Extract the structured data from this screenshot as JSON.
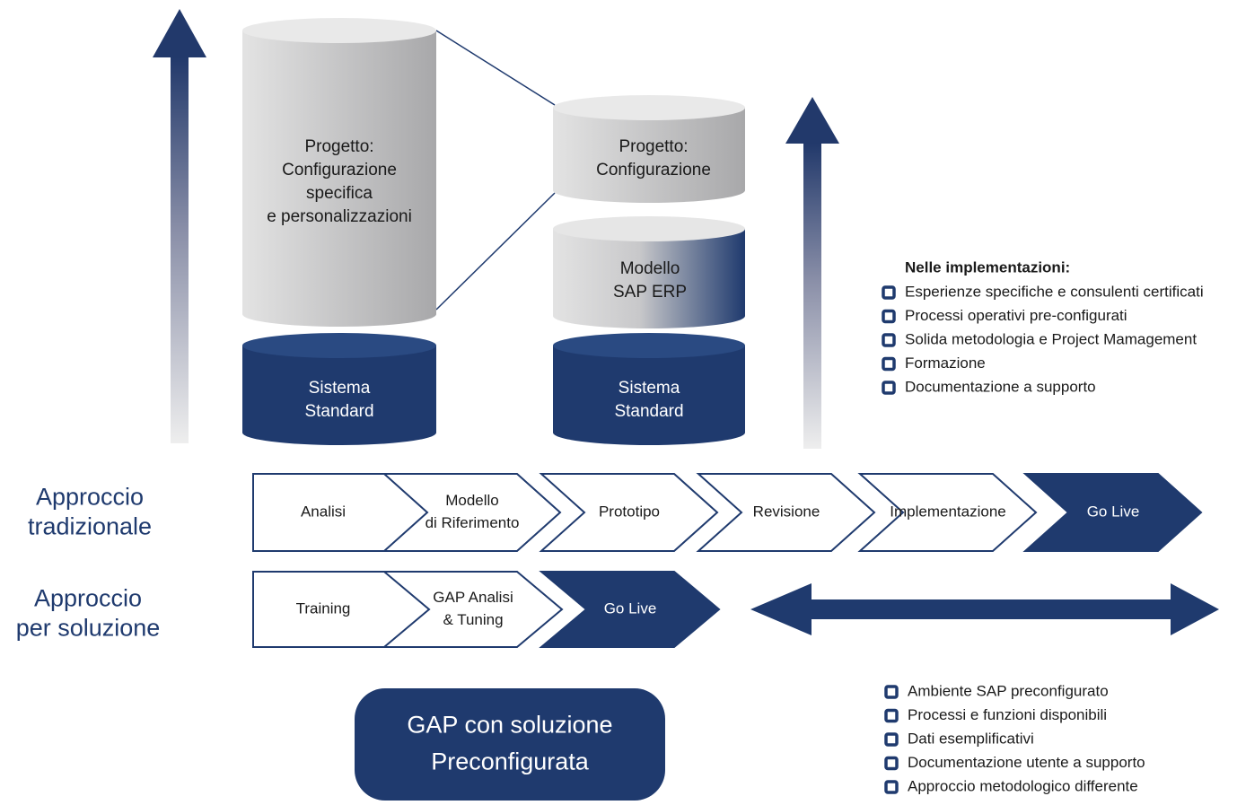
{
  "colors": {
    "navy": "#1f3a6e",
    "light_gray": "#d9d9d9",
    "mid_gray": "#b4b4b6",
    "pale": "#ececec",
    "text_dark": "#1a1a1a",
    "white": "#ffffff"
  },
  "cylinders": {
    "traditional_top": [
      "Progetto:",
      "Configurazione",
      "specifica",
      "e personalizzazioni"
    ],
    "traditional_base": [
      "Sistema",
      "Standard"
    ],
    "solution_top": [
      "Progetto:",
      "Configurazione"
    ],
    "solution_model": [
      "Modello",
      "SAP ERP"
    ],
    "solution_base": [
      "Sistema",
      "Standard"
    ]
  },
  "rows": {
    "traditional_label": [
      "Approccio",
      "tradizionale"
    ],
    "solution_label": [
      "Approccio",
      "per soluzione"
    ]
  },
  "traditional_steps": [
    [
      "Analisi"
    ],
    [
      "Modello",
      "di Riferimento"
    ],
    [
      "Prototipo"
    ],
    [
      "Revisione"
    ],
    [
      "Implementazione"
    ],
    [
      "Go Live"
    ]
  ],
  "solution_steps": [
    [
      "Training"
    ],
    [
      "GAP Analisi",
      "& Tuning"
    ],
    [
      "Go Live"
    ]
  ],
  "implementations": {
    "title": "Nelle implementazioni:",
    "items": [
      "Esperienze specifiche e consulenti certificati",
      "Processi operativi pre-configurati",
      "Solida metodologia e Project Mamagement",
      "Formazione",
      "Documentazione a supporto"
    ]
  },
  "benefits": {
    "items": [
      "Ambiente SAP preconfigurato",
      "Processi e funzioni disponibili",
      "Dati esemplificativi",
      "Documentazione utente a supporto",
      "Approccio metodologico differente"
    ]
  },
  "gap_box": [
    "GAP con soluzione",
    "Preconfigurata"
  ]
}
